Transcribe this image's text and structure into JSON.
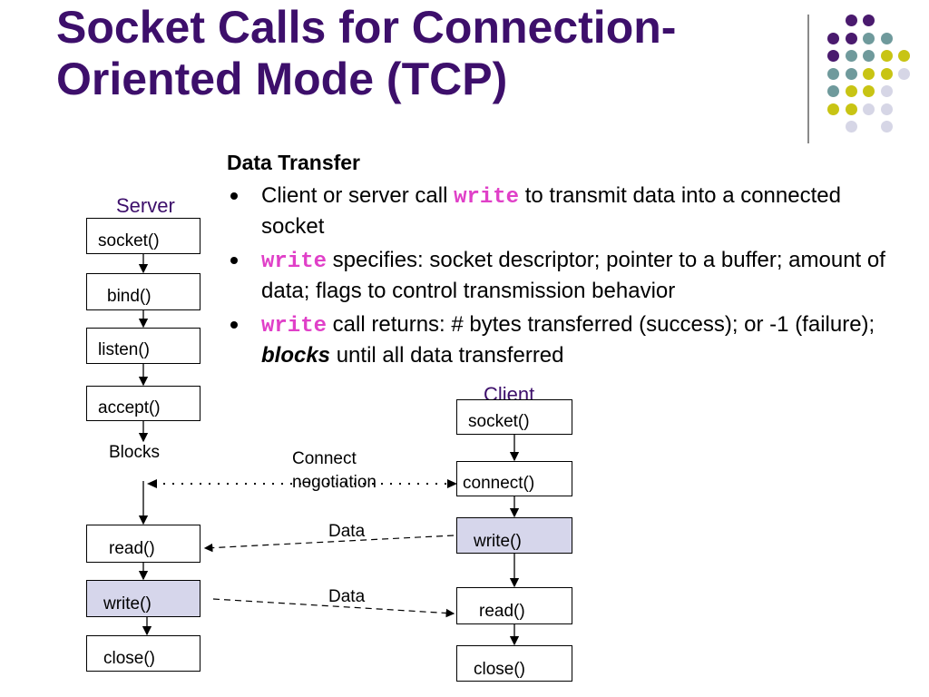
{
  "title": "Socket Calls for Connection-Oriented Mode (TCP)",
  "section_heading": "Data Transfer",
  "bullets": [
    {
      "pre": "Client or server call ",
      "code": "write",
      "post": " to transmit data into a connected socket"
    },
    {
      "pre": "",
      "code": "write",
      "post": " specifies: socket descriptor; pointer to a buffer; amount of data; flags to control transmission behavior"
    },
    {
      "pre": "",
      "code": "write",
      "post": " call returns: # bytes transferred (success); or -1 (failure); ",
      "emph": "blocks",
      "tail": " until all data transferred"
    }
  ],
  "server": {
    "label": "Server",
    "steps": [
      "socket()",
      "bind()",
      "listen()",
      "accept()",
      "read()",
      "write()",
      "close()"
    ],
    "blocks_label": "Blocks"
  },
  "client": {
    "label": "Client",
    "steps": [
      "socket()",
      "connect()",
      "write()",
      "read()",
      "close()"
    ]
  },
  "connect_label": "Connect negotiation",
  "data_label_1": "Data",
  "data_label_2": "Data",
  "colors": {
    "title": "#3d0f6b",
    "code": "#e040c8",
    "highlight_box": "#d6d6eb",
    "dot_purple": "#4a1a6e",
    "dot_teal": "#6f9a9c",
    "dot_yellow": "#c8c414",
    "dot_lavender": "#d6d6e6"
  }
}
